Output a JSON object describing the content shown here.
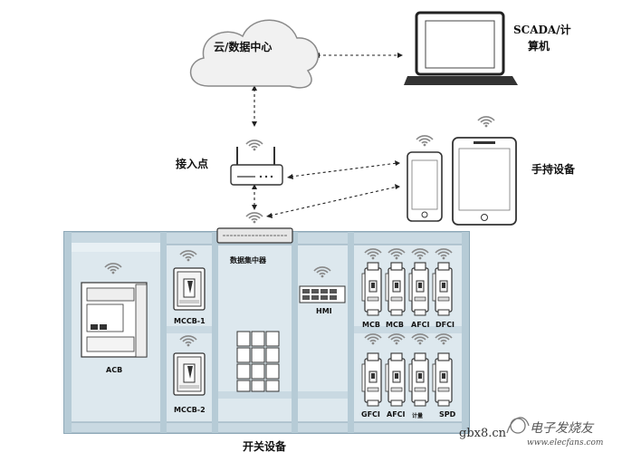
{
  "labels": {
    "cloud": "云/数据中心",
    "scada_line1": "SCADA/计",
    "scada_line2": "算机",
    "access_point": "接入点",
    "handheld": "手持设备",
    "data_concentrator": "数据集中器",
    "acb": "ACB",
    "mccb1": "MCCB-1",
    "mccb2": "MCCB-2",
    "hmi": "HMI",
    "top_row": [
      "MCB",
      "MCB",
      "AFCI",
      "DFCI"
    ],
    "bottom_row": [
      "GFCI",
      "AFCI",
      "计量",
      "SPD"
    ],
    "switchgear": "开关设备"
  },
  "watermark": {
    "site": "gbx8.cn",
    "brand": "电子发烧友",
    "url": "www.elecfans.com"
  },
  "colors": {
    "panel_fill": "#dde8ee",
    "panel_frame": "#8fa9b8",
    "wifi_gray": "#888888",
    "device_stroke": "#333333"
  }
}
